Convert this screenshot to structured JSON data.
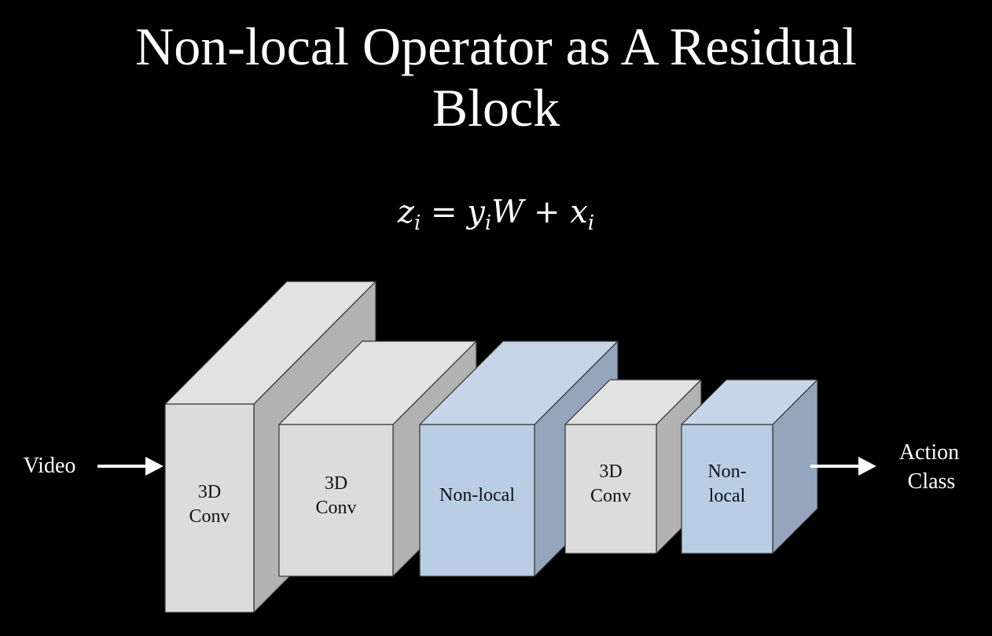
{
  "title_lines": [
    "Non-local Operator as A Residual",
    "Block"
  ],
  "equation": {
    "lhs": "z",
    "lhs_sub": "i",
    "eq": "=",
    "term1": "y",
    "term1_sub": "i",
    "term1_w": "W",
    "plus": "+",
    "term2": "x",
    "term2_sub": "i"
  },
  "input_label": "Video",
  "output_label": [
    "Action",
    "Class"
  ],
  "blocks": [
    {
      "id": "block-3d-conv-1",
      "lines": [
        "3D",
        "Conv"
      ],
      "kind": "conv"
    },
    {
      "id": "block-3d-conv-2",
      "lines": [
        "3D",
        "Conv"
      ],
      "kind": "conv"
    },
    {
      "id": "block-non-local-1",
      "lines": [
        "Non-local"
      ],
      "kind": "nonlocal"
    },
    {
      "id": "block-3d-conv-3",
      "lines": [
        "3D",
        "Conv"
      ],
      "kind": "conv"
    },
    {
      "id": "block-non-local-2",
      "lines": [
        "Non-",
        "local"
      ],
      "kind": "nonlocal"
    }
  ],
  "colors": {
    "background": "#000000",
    "text": "#ffffff",
    "conv_front": "#dcdcdc",
    "conv_top": "#e2e2e2",
    "conv_side": "#b2b2b2",
    "nonlocal_front": "#b9cde4",
    "nonlocal_top": "#c6d6e9",
    "nonlocal_side": "#93a6bb",
    "edge": "#333333",
    "label": "#111111",
    "arrow": "#ffffff"
  }
}
